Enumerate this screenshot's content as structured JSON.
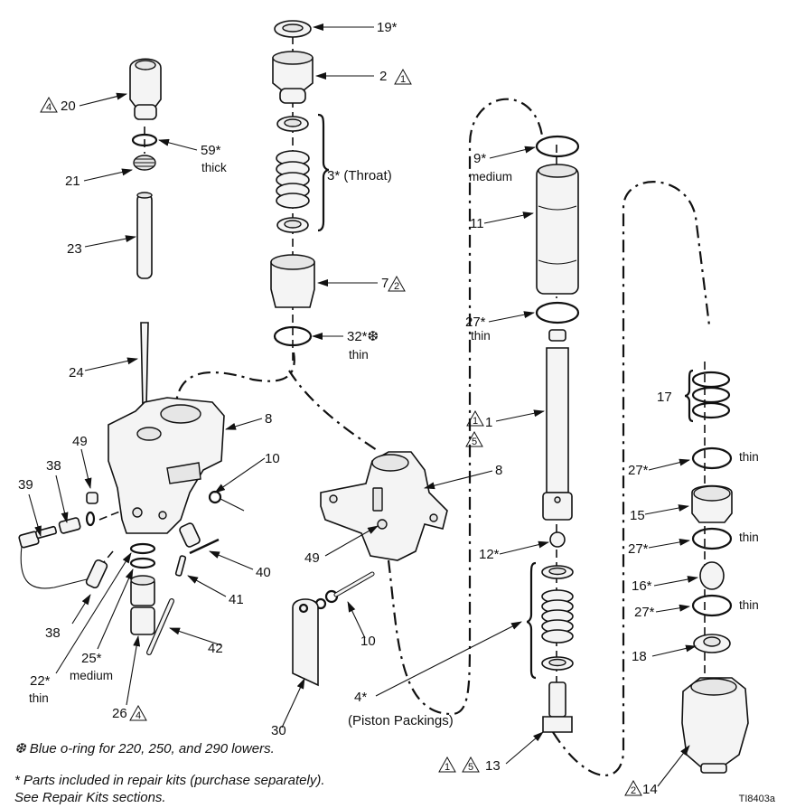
{
  "diagram_title": "Displacement pump exploded parts view",
  "callouts": {
    "p19": {
      "num": "19*"
    },
    "p2": {
      "num": "2",
      "flag": "1"
    },
    "p3": {
      "num": "3* (Throat)"
    },
    "p7": {
      "num": "7",
      "flag": "2"
    },
    "p32": {
      "num": "32*❆",
      "sub": "thin"
    },
    "p20": {
      "num": "20",
      "flag": "4"
    },
    "p59": {
      "num": "59*",
      "sub": "thick"
    },
    "p21": {
      "num": "21"
    },
    "p23": {
      "num": "23"
    },
    "p24": {
      "num": "24"
    },
    "p8a": {
      "num": "8"
    },
    "p49a": {
      "num": "49"
    },
    "p10a": {
      "num": "10"
    },
    "p38a": {
      "num": "38"
    },
    "p39": {
      "num": "39"
    },
    "p38b": {
      "num": "38"
    },
    "p40": {
      "num": "40"
    },
    "p41": {
      "num": "41"
    },
    "p42": {
      "num": "42"
    },
    "p22": {
      "num": "22*",
      "sub": "thin"
    },
    "p25": {
      "num": "25*",
      "sub": "medium"
    },
    "p26": {
      "num": "26",
      "flag": "4"
    },
    "p8b": {
      "num": "8"
    },
    "p49b": {
      "num": "49"
    },
    "p10b": {
      "num": "10"
    },
    "p30": {
      "num": "30"
    },
    "p4": {
      "num": "4*",
      "sub": "(Piston Packings)"
    },
    "p9": {
      "num": "9*",
      "sub": "medium"
    },
    "p11": {
      "num": "11"
    },
    "p27a": {
      "num": "27*",
      "sub": "thin"
    },
    "p1": {
      "num": "1",
      "flag": "1",
      "flag2": "5"
    },
    "p12": {
      "num": "12*"
    },
    "p13": {
      "num": "13",
      "flag": "1",
      "flag2": "5"
    },
    "p17": {
      "num": "17"
    },
    "p27b": {
      "num": "27*",
      "sub": "thin"
    },
    "p15": {
      "num": "15"
    },
    "p27c": {
      "num": "27*",
      "sub": "thin"
    },
    "p16": {
      "num": "16*"
    },
    "p27d": {
      "num": "27*",
      "sub": "thin"
    },
    "p18": {
      "num": "18"
    },
    "p14": {
      "num": "14",
      "flag": "2"
    }
  },
  "notes": {
    "blue_oring": "❆ Blue o-ring for 220, 250, and 290 lowers.",
    "repair_kits_1": "* Parts included in repair kits (purchase separately).",
    "repair_kits_2": "See Repair Kits sections."
  },
  "figure_ref": "TI8403a"
}
